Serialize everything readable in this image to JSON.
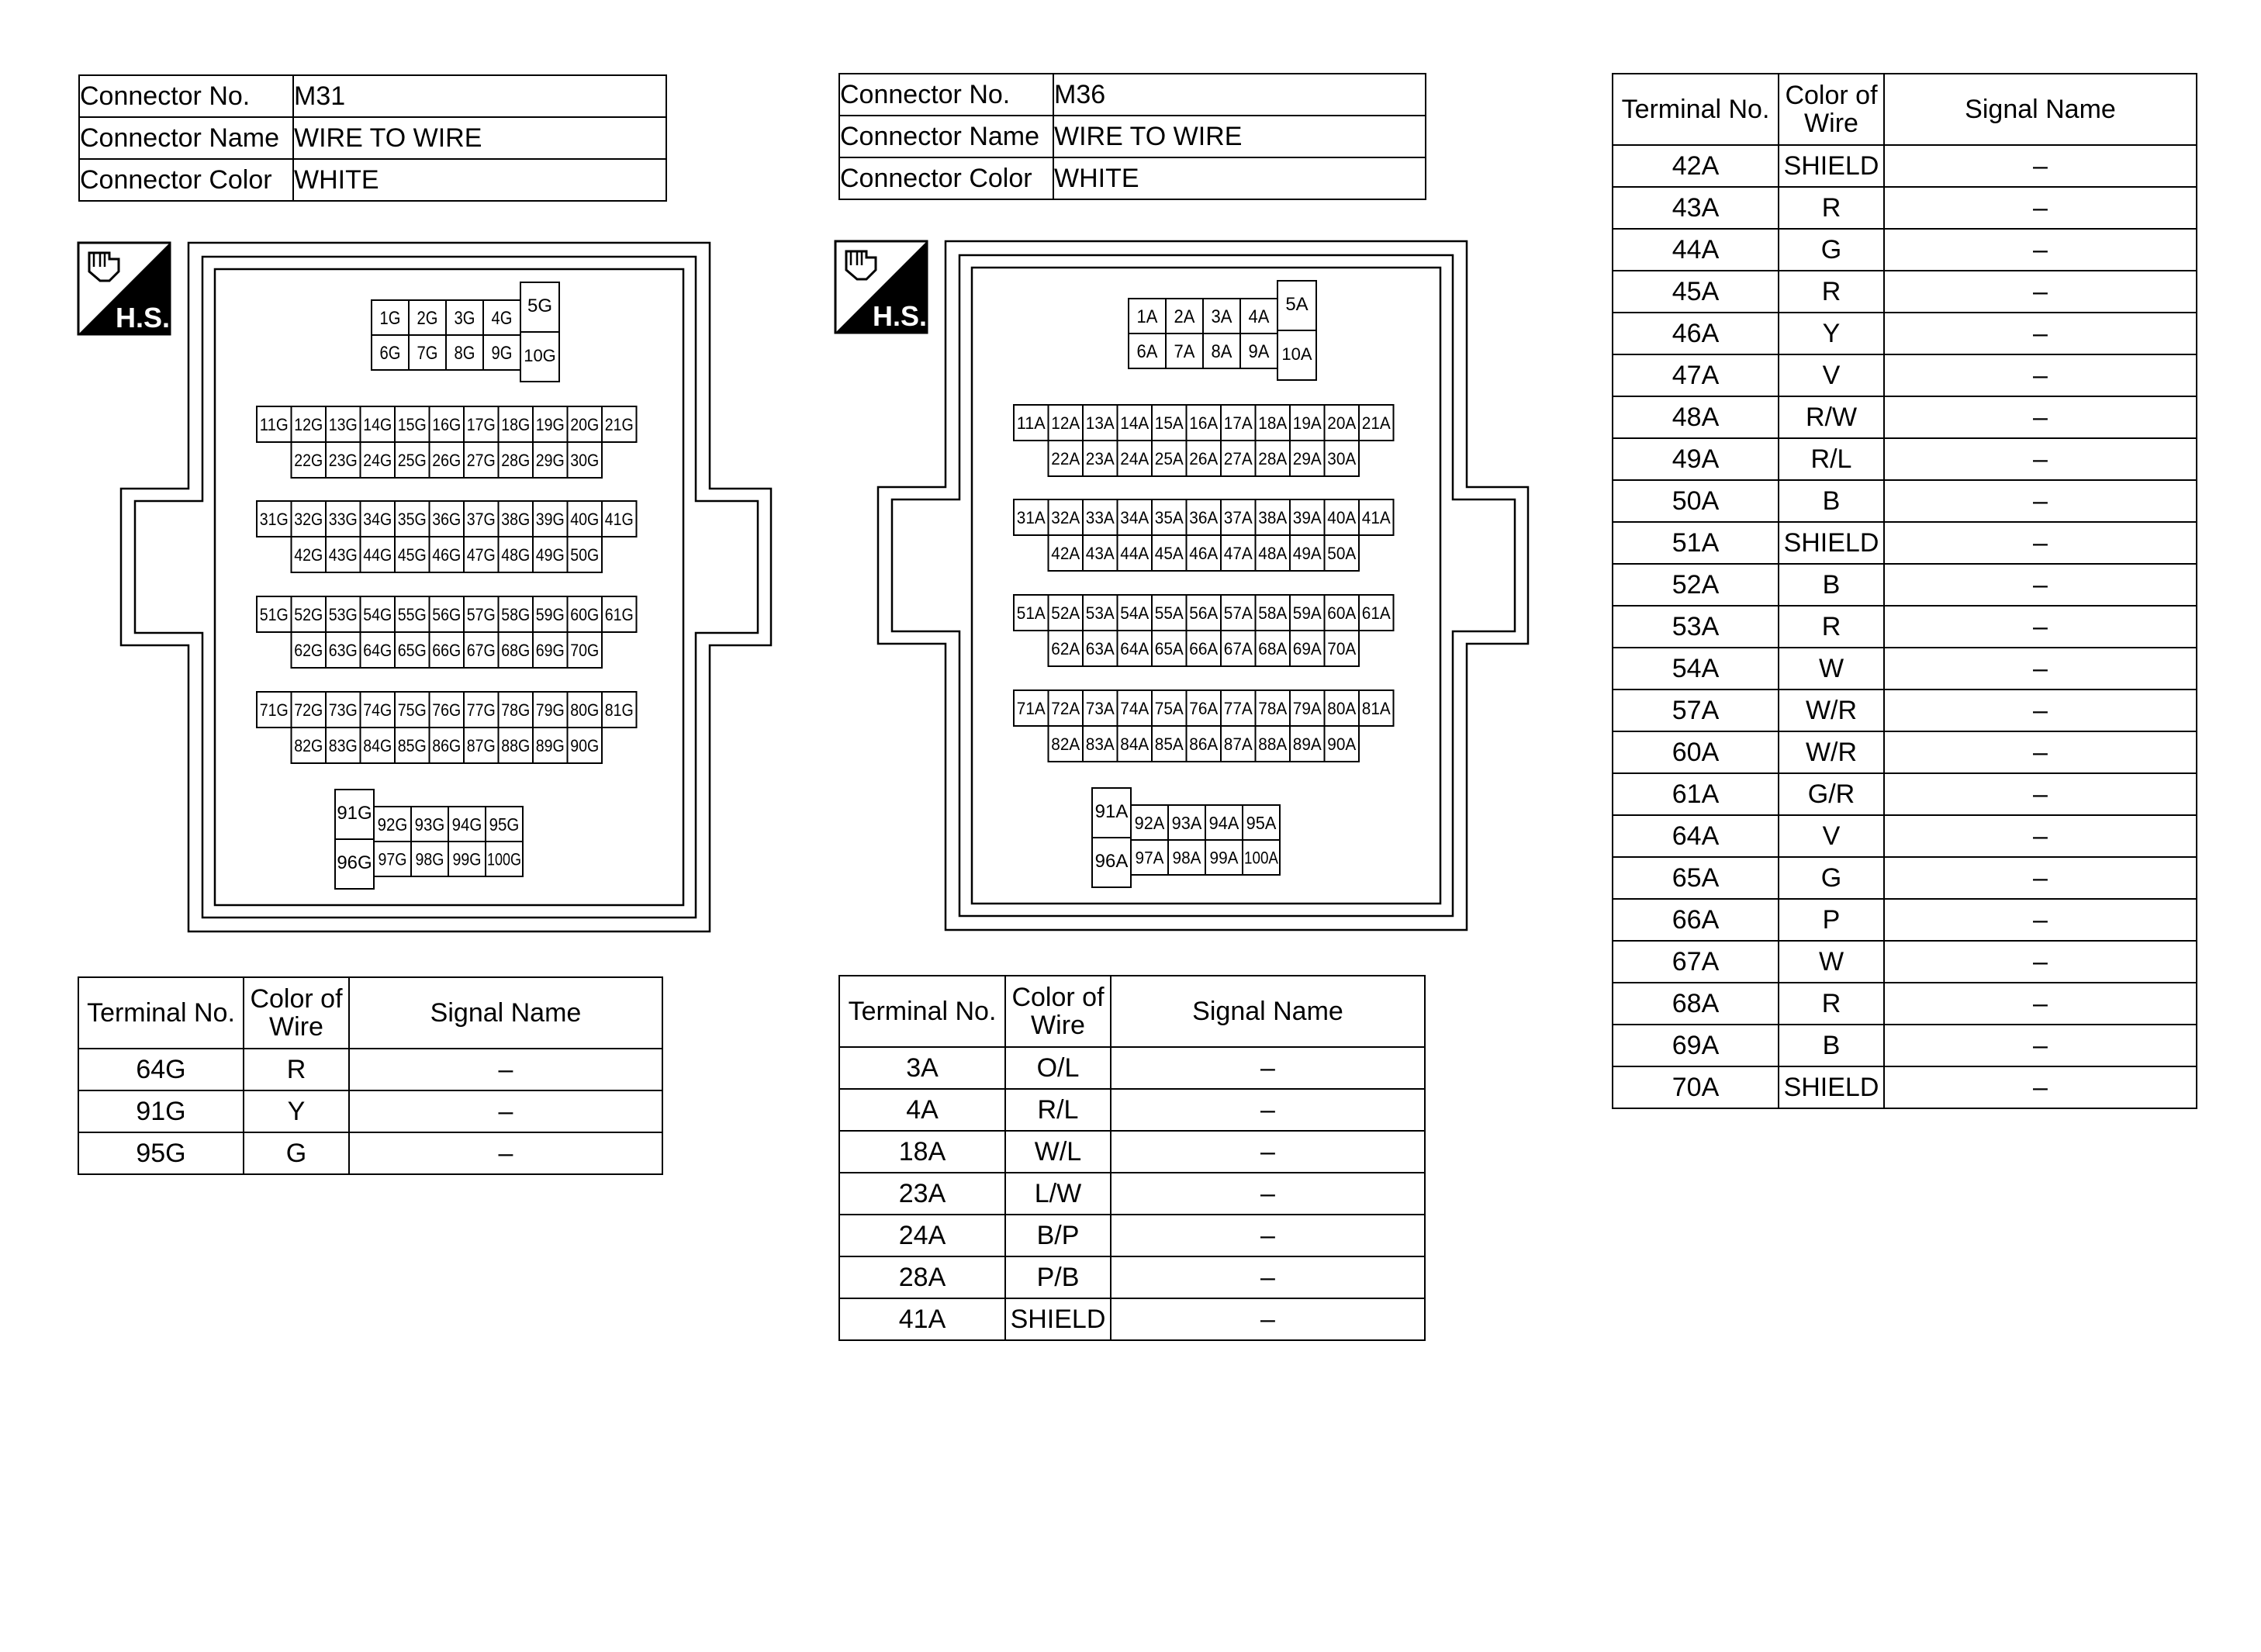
{
  "connectors": [
    {
      "info": {
        "labels": [
          "Connector No.",
          "Connector Name",
          "Connector Color"
        ],
        "values": [
          "M31",
          "WIRE TO WIRE",
          "WHITE"
        ]
      },
      "hs_label": "H.S.",
      "face": {
        "top_row1": [
          "1G",
          "2G",
          "3G",
          "4G"
        ],
        "top_row2": [
          "6G",
          "7G",
          "8G",
          "9G"
        ],
        "top_tall_a": "5G",
        "top_tall_b": "10G",
        "rows": [
          {
            "a": [
              "11G",
              "12G",
              "13G",
              "14G",
              "15G",
              "16G",
              "17G",
              "18G",
              "19G",
              "20G",
              "21G"
            ],
            "b": [
              "22G",
              "23G",
              "24G",
              "25G",
              "26G",
              "27G",
              "28G",
              "29G",
              "30G"
            ]
          },
          {
            "a": [
              "31G",
              "32G",
              "33G",
              "34G",
              "35G",
              "36G",
              "37G",
              "38G",
              "39G",
              "40G",
              "41G"
            ],
            "b": [
              "42G",
              "43G",
              "44G",
              "45G",
              "46G",
              "47G",
              "48G",
              "49G",
              "50G"
            ]
          },
          {
            "a": [
              "51G",
              "52G",
              "53G",
              "54G",
              "55G",
              "56G",
              "57G",
              "58G",
              "59G",
              "60G",
              "61G"
            ],
            "b": [
              "62G",
              "63G",
              "64G",
              "65G",
              "66G",
              "67G",
              "68G",
              "69G",
              "70G"
            ]
          },
          {
            "a": [
              "71G",
              "72G",
              "73G",
              "74G",
              "75G",
              "76G",
              "77G",
              "78G",
              "79G",
              "80G",
              "81G"
            ],
            "b": [
              "82G",
              "83G",
              "84G",
              "85G",
              "86G",
              "87G",
              "88G",
              "89G",
              "90G"
            ]
          }
        ],
        "bottom_tall_a": "91G",
        "bottom_tall_b": "96G",
        "bottom_row1": [
          "92G",
          "93G",
          "94G",
          "95G"
        ],
        "bottom_row2": [
          "97G",
          "98G",
          "99G",
          "100G"
        ]
      },
      "terminal_table": {
        "headers": [
          "Terminal No.",
          "Color of Wire",
          "Signal Name"
        ],
        "rows": [
          [
            "64G",
            "R",
            "–"
          ],
          [
            "91G",
            "Y",
            "–"
          ],
          [
            "95G",
            "G",
            "–"
          ]
        ]
      }
    },
    {
      "info": {
        "labels": [
          "Connector No.",
          "Connector Name",
          "Connector Color"
        ],
        "values": [
          "M36",
          "WIRE TO WIRE",
          "WHITE"
        ]
      },
      "hs_label": "H.S.",
      "face": {
        "top_row1": [
          "1A",
          "2A",
          "3A",
          "4A"
        ],
        "top_row2": [
          "6A",
          "7A",
          "8A",
          "9A"
        ],
        "top_tall_a": "5A",
        "top_tall_b": "10A",
        "rows": [
          {
            "a": [
              "11A",
              "12A",
              "13A",
              "14A",
              "15A",
              "16A",
              "17A",
              "18A",
              "19A",
              "20A",
              "21A"
            ],
            "b": [
              "22A",
              "23A",
              "24A",
              "25A",
              "26A",
              "27A",
              "28A",
              "29A",
              "30A"
            ]
          },
          {
            "a": [
              "31A",
              "32A",
              "33A",
              "34A",
              "35A",
              "36A",
              "37A",
              "38A",
              "39A",
              "40A",
              "41A"
            ],
            "b": [
              "42A",
              "43A",
              "44A",
              "45A",
              "46A",
              "47A",
              "48A",
              "49A",
              "50A"
            ]
          },
          {
            "a": [
              "51A",
              "52A",
              "53A",
              "54A",
              "55A",
              "56A",
              "57A",
              "58A",
              "59A",
              "60A",
              "61A"
            ],
            "b": [
              "62A",
              "63A",
              "64A",
              "65A",
              "66A",
              "67A",
              "68A",
              "69A",
              "70A"
            ]
          },
          {
            "a": [
              "71A",
              "72A",
              "73A",
              "74A",
              "75A",
              "76A",
              "77A",
              "78A",
              "79A",
              "80A",
              "81A"
            ],
            "b": [
              "82A",
              "83A",
              "84A",
              "85A",
              "86A",
              "87A",
              "88A",
              "89A",
              "90A"
            ]
          }
        ],
        "bottom_tall_a": "91A",
        "bottom_tall_b": "96A",
        "bottom_row1": [
          "92A",
          "93A",
          "94A",
          "95A"
        ],
        "bottom_row2": [
          "97A",
          "98A",
          "99A",
          "100A"
        ]
      },
      "terminal_table": {
        "headers": [
          "Terminal No.",
          "Color of Wire",
          "Signal Name"
        ],
        "rows": [
          [
            "3A",
            "O/L",
            "–"
          ],
          [
            "4A",
            "R/L",
            "–"
          ],
          [
            "18A",
            "W/L",
            "–"
          ],
          [
            "23A",
            "L/W",
            "–"
          ],
          [
            "24A",
            "B/P",
            "–"
          ],
          [
            "28A",
            "P/B",
            "–"
          ],
          [
            "41A",
            "SHIELD",
            "–"
          ]
        ]
      }
    }
  ],
  "right_table": {
    "headers": [
      "Terminal No.",
      "Color of Wire",
      "Signal Name"
    ],
    "rows": [
      [
        "42A",
        "SHIELD",
        "–"
      ],
      [
        "43A",
        "R",
        "–"
      ],
      [
        "44A",
        "G",
        "–"
      ],
      [
        "45A",
        "R",
        "–"
      ],
      [
        "46A",
        "Y",
        "–"
      ],
      [
        "47A",
        "V",
        "–"
      ],
      [
        "48A",
        "R/W",
        "–"
      ],
      [
        "49A",
        "R/L",
        "–"
      ],
      [
        "50A",
        "B",
        "–"
      ],
      [
        "51A",
        "SHIELD",
        "–"
      ],
      [
        "52A",
        "B",
        "–"
      ],
      [
        "53A",
        "R",
        "–"
      ],
      [
        "54A",
        "W",
        "–"
      ],
      [
        "57A",
        "W/R",
        "–"
      ],
      [
        "60A",
        "W/R",
        "–"
      ],
      [
        "61A",
        "G/R",
        "–"
      ],
      [
        "64A",
        "V",
        "–"
      ],
      [
        "65A",
        "G",
        "–"
      ],
      [
        "66A",
        "P",
        "–"
      ],
      [
        "67A",
        "W",
        "–"
      ],
      [
        "68A",
        "R",
        "–"
      ],
      [
        "69A",
        "B",
        "–"
      ],
      [
        "70A",
        "SHIELD",
        "–"
      ]
    ]
  }
}
